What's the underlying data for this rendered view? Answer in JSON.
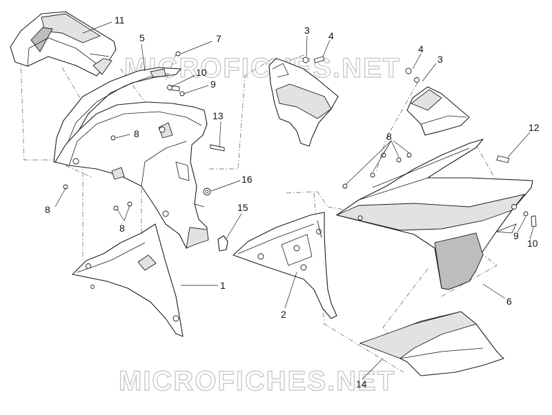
{
  "watermark": {
    "top": "MICROFICHES.NET",
    "bottom": "MICROFICHES.NET"
  },
  "callouts": [
    {
      "id": "c11",
      "label": "11"
    },
    {
      "id": "c5",
      "label": "5"
    },
    {
      "id": "c7",
      "label": "7"
    },
    {
      "id": "c10a",
      "label": "10"
    },
    {
      "id": "c9a",
      "label": "9"
    },
    {
      "id": "c13",
      "label": "13"
    },
    {
      "id": "c8a",
      "label": "8"
    },
    {
      "id": "c8b",
      "label": "8"
    },
    {
      "id": "c8c",
      "label": "8"
    },
    {
      "id": "c16",
      "label": "16"
    },
    {
      "id": "c15",
      "label": "15"
    },
    {
      "id": "c1",
      "label": "1"
    },
    {
      "id": "c3a",
      "label": "3"
    },
    {
      "id": "c4a",
      "label": "4"
    },
    {
      "id": "c4b",
      "label": "4"
    },
    {
      "id": "c3b",
      "label": "3"
    },
    {
      "id": "c8d",
      "label": "8"
    },
    {
      "id": "c12",
      "label": "12"
    },
    {
      "id": "c9b",
      "label": "9"
    },
    {
      "id": "c10b",
      "label": "10"
    },
    {
      "id": "c6",
      "label": "6"
    },
    {
      "id": "c2",
      "label": "2"
    },
    {
      "id": "c14",
      "label": "14"
    }
  ]
}
